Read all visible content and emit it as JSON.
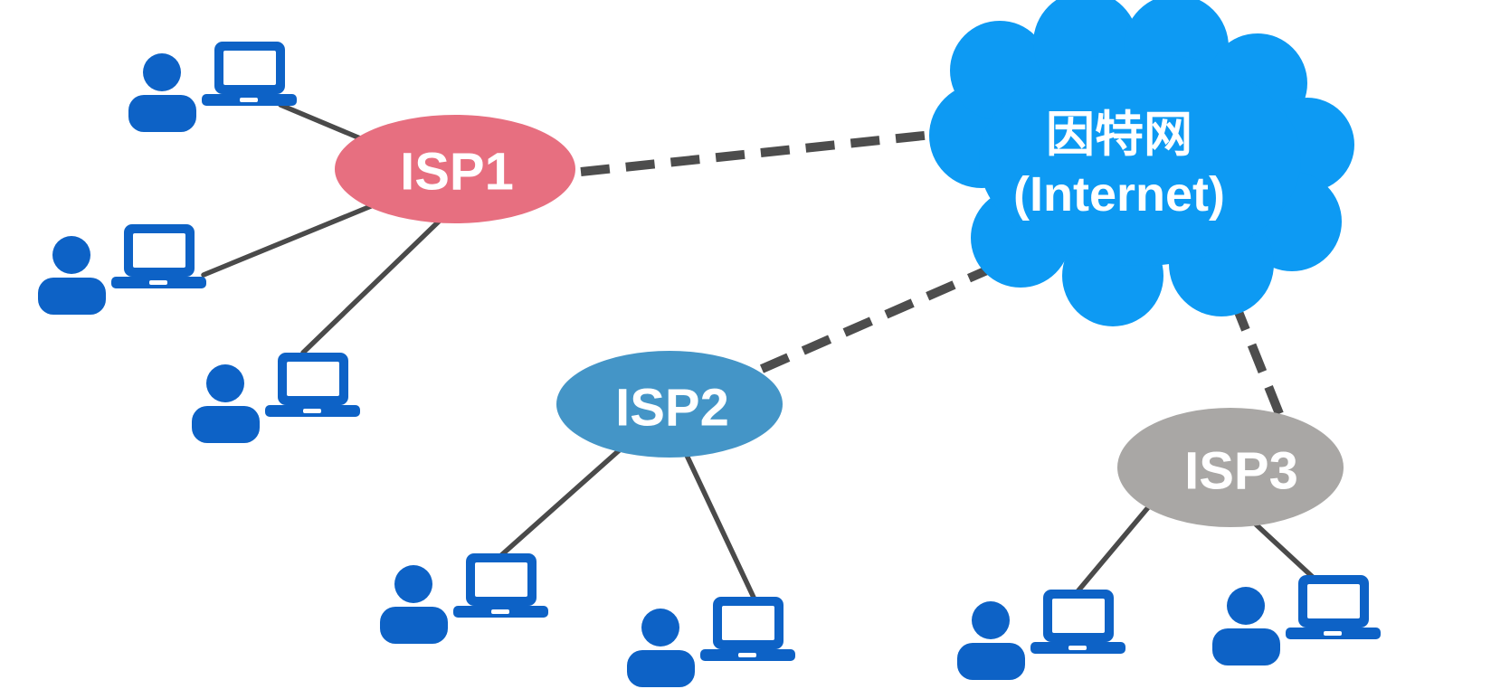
{
  "diagram": {
    "background_color": "#ffffff",
    "label_color": "#ffffff",
    "link_solid_color": "#4a4a4a",
    "link_dashed_color": "#4d4d4d",
    "user_icon_color": "#0d62c6",
    "internet_cloud": {
      "label_line1": "因特网",
      "label_line2": "(Internet)",
      "color": "#0d9af3"
    },
    "isps": [
      {
        "label": "ISP1",
        "color": "#e76f80"
      },
      {
        "label": "ISP2",
        "color": "#4495c7"
      },
      {
        "label": "ISP3",
        "color": "#a9a7a5"
      }
    ]
  }
}
